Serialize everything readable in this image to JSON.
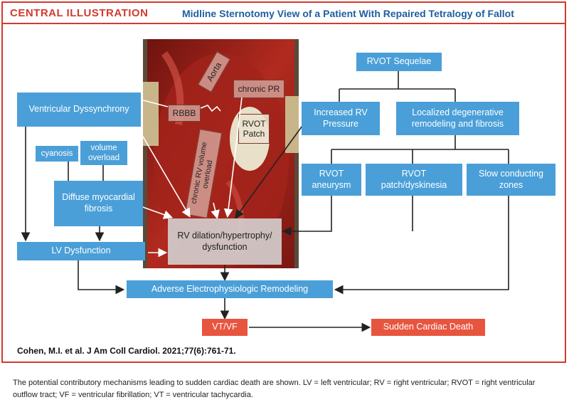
{
  "header": {
    "label": "CENTRAL ILLUSTRATION",
    "title": "Midline Sternotomy View of a Patient With Repaired Tetralogy of Fallot"
  },
  "photo_labels": {
    "aorta": "Aorta",
    "chronic_pr": "chronic PR",
    "rbbb": "RBBB",
    "rvot_patch": "RVOT Patch",
    "chronic_rv": "chronic RV volume overload"
  },
  "nodes": {
    "rvot_sequelae": "RVOT Sequelae",
    "ventricular_dyssynchrony": "Ventricular Dyssynchrony",
    "increased_rv_pressure": "Increased RV Pressure",
    "localized_remodeling": "Localized degenerative remodeling and fibrosis",
    "cyanosis": "cyanosis",
    "volume_overload": "volume overload",
    "diffuse_fibrosis": "Diffuse myocardial fibrosis",
    "rvot_aneurysm": "RVOT aneurysm",
    "rvot_patch_dyskinesia": "RVOT patch/dyskinesia",
    "slow_conducting": "Slow conducting zones",
    "rv_dilation": "RV dilation/hypertrophy/ dysfunction",
    "lv_dysfunction": "LV Dysfunction",
    "adverse_ep": "Adverse Electrophysiologic Remodeling",
    "vt_vf": "VT/VF",
    "sudden_death": "Sudden Cardiac Death"
  },
  "citation": "Cohen, M.I. et al. J Am Coll Cardiol. 2021;77(6):761-71.",
  "footnote": "The potential contributory mechanisms leading to sudden cardiac death are shown. LV = left ventricular; RV = right ventricular; RVOT = right ventricular outflow tract; VF = ventricular fibrillation; VT = ventricular tachycardia.",
  "colors": {
    "accent_red": "#d23a2e",
    "box_blue": "#4a9fd8",
    "title_blue": "#1f5e9e",
    "photo_red": "#8e1c16"
  }
}
